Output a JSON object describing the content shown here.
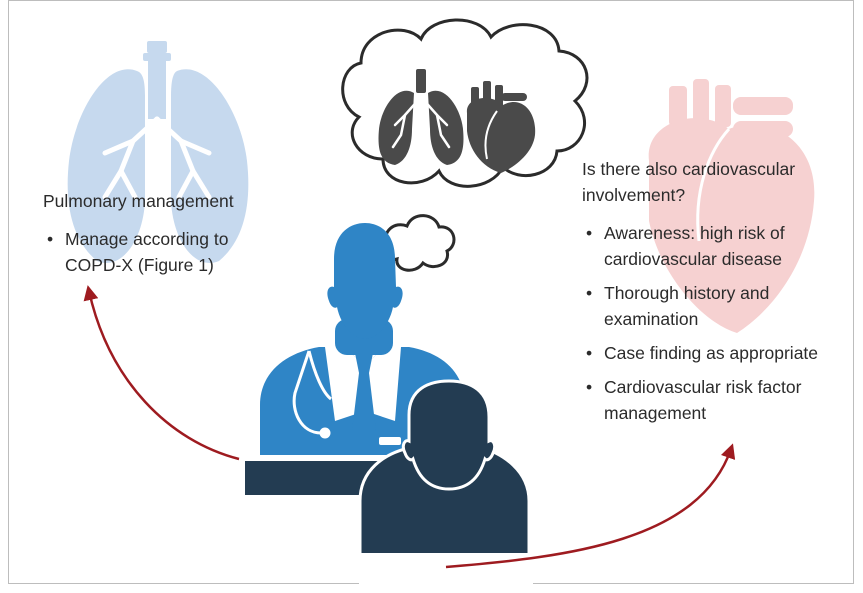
{
  "left_panel": {
    "title": "Pulmonary management",
    "bullets": [
      "Manage according to COPD-X (Figure 1)"
    ]
  },
  "right_panel": {
    "title": "Is there also cardiovascular involvement?",
    "bullets": [
      "Awareness: high risk of cardiovascular disease",
      "Thorough history and examination",
      "Case finding as appropriate",
      "Cardiovascular risk factor management"
    ]
  },
  "colors": {
    "lung_bg": "#c6d9ee",
    "heart_bg": "#f6d1d1",
    "doctor": "#2f85c6",
    "patient": "#233c52",
    "arrow": "#9e1b20",
    "thought_icons": "#4a4a4a"
  }
}
